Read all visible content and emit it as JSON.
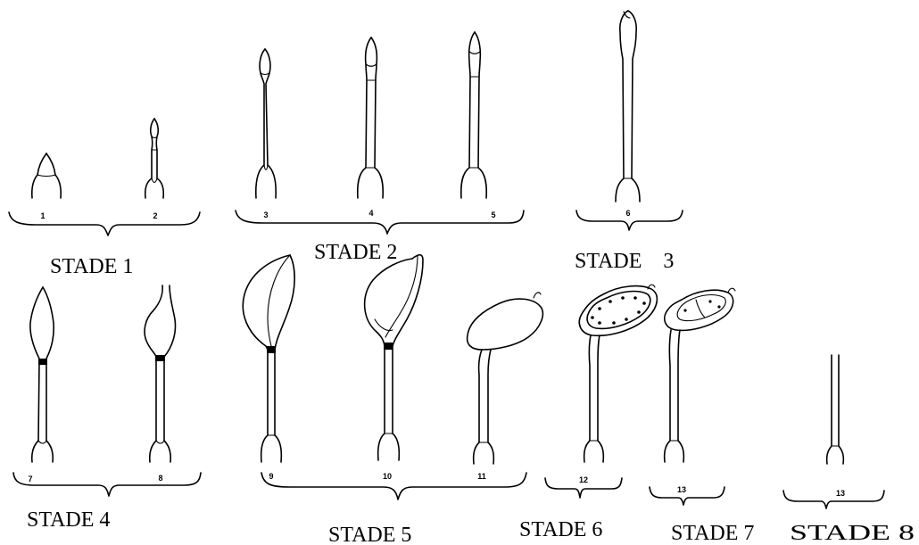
{
  "figure": {
    "specimens": [
      {
        "number": "1"
      },
      {
        "number": "2"
      },
      {
        "number": "3"
      },
      {
        "number": "4"
      },
      {
        "number": "5"
      },
      {
        "number": "6"
      },
      {
        "number": "7"
      },
      {
        "number": "8"
      },
      {
        "number": "9"
      },
      {
        "number": "10"
      },
      {
        "number": "11"
      },
      {
        "number": "12"
      },
      {
        "number": "13"
      },
      {
        "number": "13"
      }
    ],
    "stages": [
      {
        "label": "STADE 1"
      },
      {
        "label": "STADE 2",
        "shown": "STADE 2"
      },
      {
        "label": "STADE    3"
      },
      {
        "label": "STADE 4"
      },
      {
        "label": "STADE 5"
      },
      {
        "label": "STADE 6"
      },
      {
        "label": "STADE 7"
      },
      {
        "label": "STADE 8"
      }
    ]
  }
}
